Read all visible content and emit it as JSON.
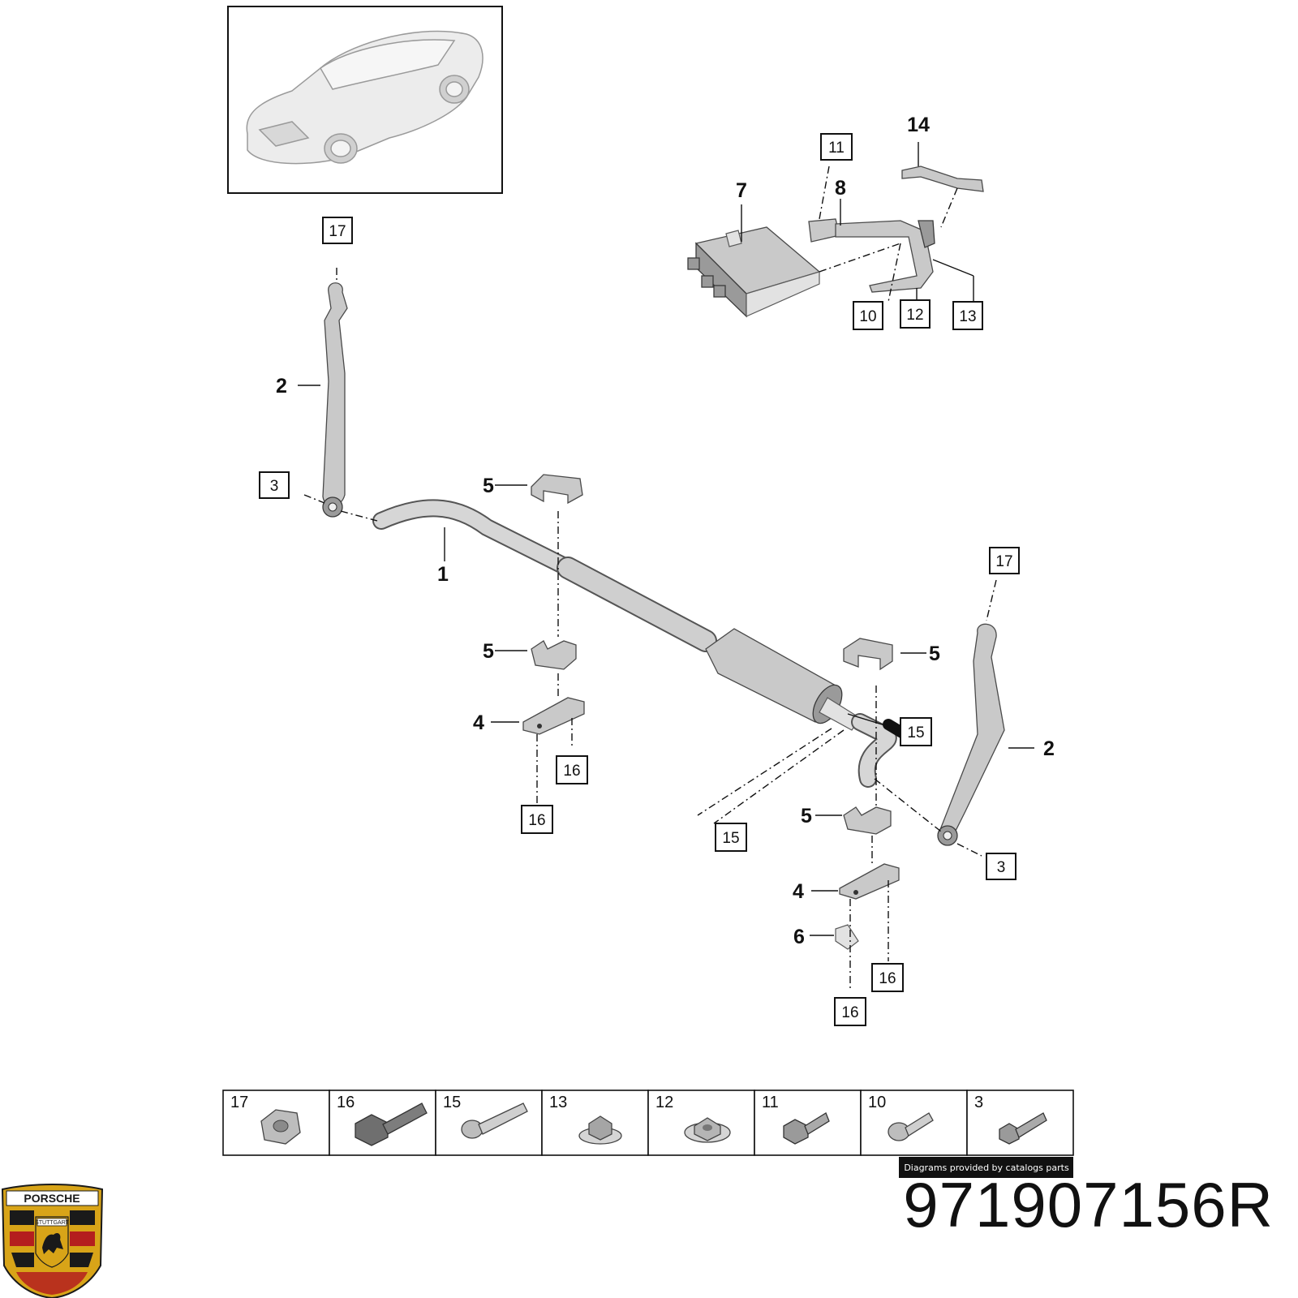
{
  "callouts": [
    {
      "num": "1",
      "boxed": false
    },
    {
      "num": "2",
      "boxed": false
    },
    {
      "num": "2",
      "boxed": false
    },
    {
      "num": "3",
      "boxed": true
    },
    {
      "num": "3",
      "boxed": true
    },
    {
      "num": "4",
      "boxed": false
    },
    {
      "num": "4",
      "boxed": false
    },
    {
      "num": "5",
      "boxed": false
    },
    {
      "num": "5",
      "boxed": false
    },
    {
      "num": "5",
      "boxed": false
    },
    {
      "num": "5",
      "boxed": false
    },
    {
      "num": "6",
      "boxed": false
    },
    {
      "num": "7",
      "boxed": false
    },
    {
      "num": "8",
      "boxed": false
    },
    {
      "num": "10",
      "boxed": true
    },
    {
      "num": "11",
      "boxed": true
    },
    {
      "num": "12",
      "boxed": true
    },
    {
      "num": "13",
      "boxed": true
    },
    {
      "num": "14",
      "boxed": false
    },
    {
      "num": "15",
      "boxed": true
    },
    {
      "num": "15",
      "boxed": true
    },
    {
      "num": "16",
      "boxed": true
    },
    {
      "num": "16",
      "boxed": true
    },
    {
      "num": "16",
      "boxed": true
    },
    {
      "num": "16",
      "boxed": true
    },
    {
      "num": "17",
      "boxed": true
    },
    {
      "num": "17",
      "boxed": true
    }
  ],
  "legend": {
    "cells": [
      {
        "num": "17",
        "icon": "flange-nut-icon"
      },
      {
        "num": "16",
        "icon": "hex-bolt-icon"
      },
      {
        "num": "15",
        "icon": "torx-bolt-icon"
      },
      {
        "num": "13",
        "icon": "weld-nut-icon"
      },
      {
        "num": "12",
        "icon": "flange-nut-icon"
      },
      {
        "num": "11",
        "icon": "hex-bolt-icon"
      },
      {
        "num": "10",
        "icon": "torx-bolt-icon"
      },
      {
        "num": "3",
        "icon": "hex-bolt-icon"
      }
    ]
  },
  "credit": "Diagrams provided by catalogs parts",
  "part_number": "971907156R",
  "logo": {
    "brand": "PORSCHE",
    "city": "STUTTGART"
  },
  "colors": {
    "line": "#111111",
    "part_fill": "#c9c9c9",
    "logo_gold": "#d8a418",
    "logo_red": "#b41e1e",
    "logo_black": "#1a1a1a"
  }
}
